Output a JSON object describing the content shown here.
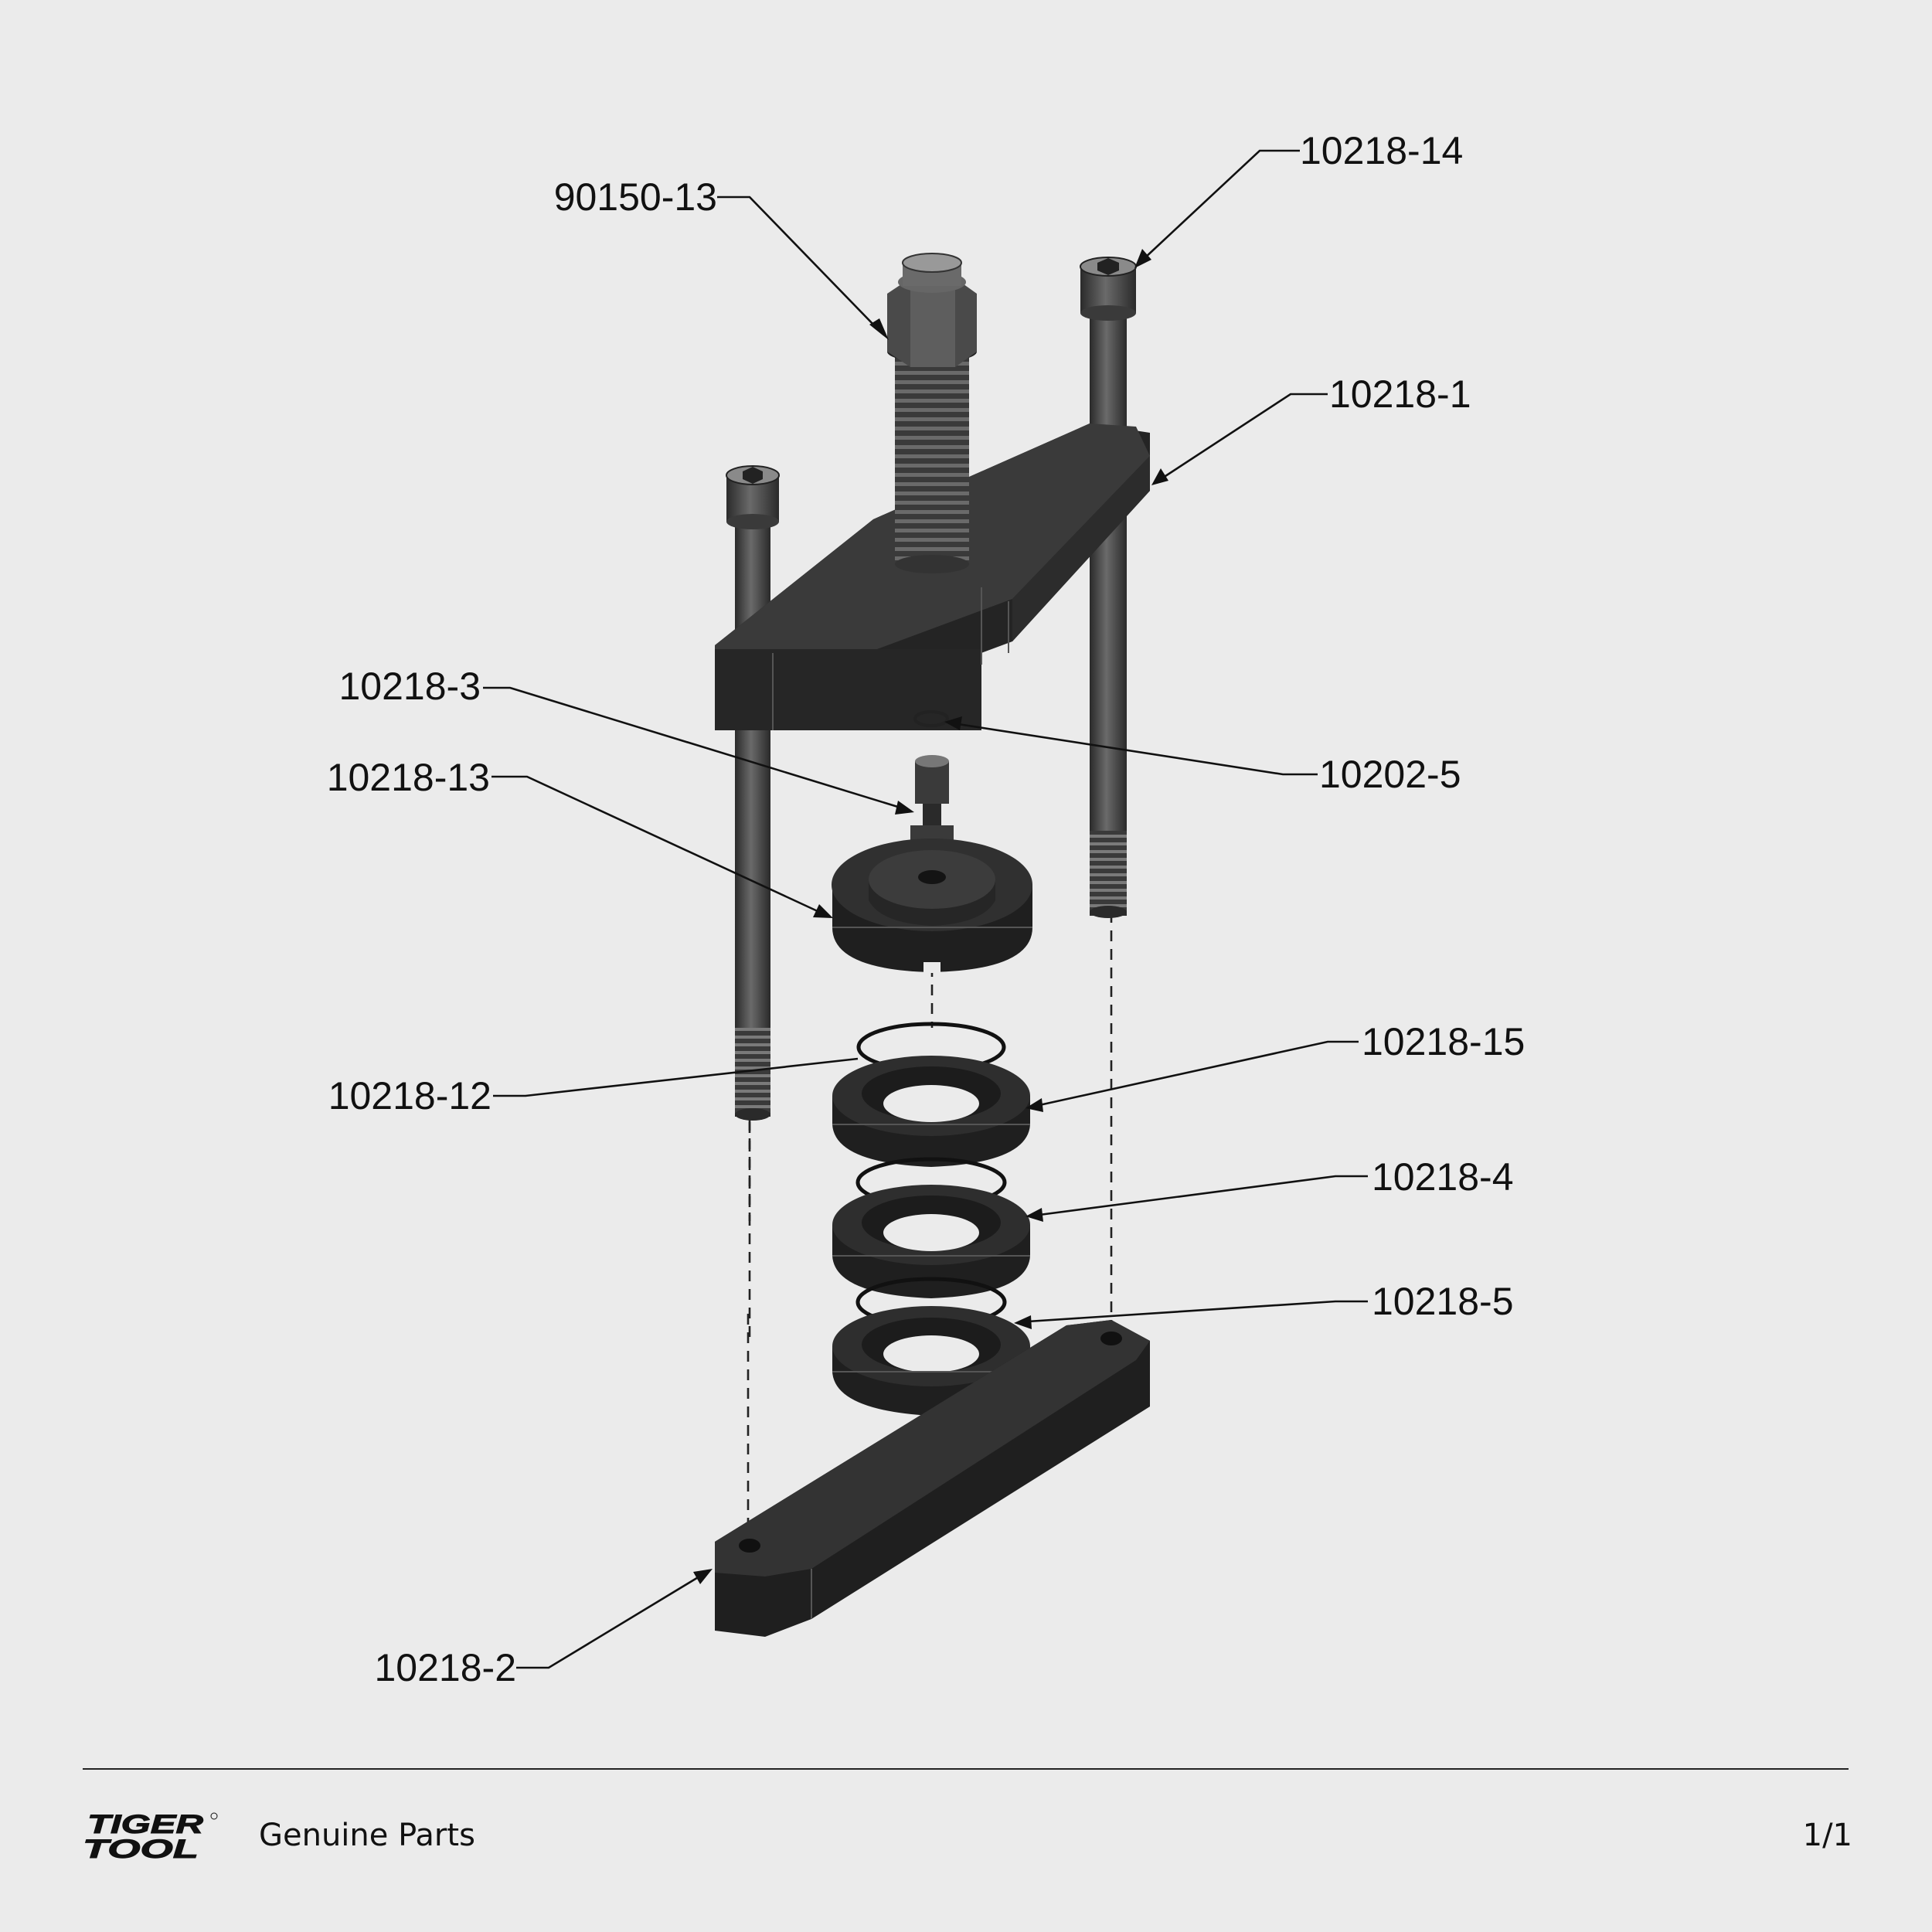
{
  "diagram": {
    "callouts": [
      {
        "id": "c1",
        "label": "90150-13"
      },
      {
        "id": "c2",
        "label": "10218-14"
      },
      {
        "id": "c3",
        "label": "10218-1"
      },
      {
        "id": "c4",
        "label": "10218-3"
      },
      {
        "id": "c5",
        "label": "10218-13"
      },
      {
        "id": "c6",
        "label": "10202-5"
      },
      {
        "id": "c7",
        "label": "10218-12"
      },
      {
        "id": "c8",
        "label": "10218-15"
      },
      {
        "id": "c9",
        "label": "10218-4"
      },
      {
        "id": "c10",
        "label": "10218-5"
      },
      {
        "id": "c11",
        "label": "10218-2"
      }
    ]
  },
  "footer": {
    "brand_line1": "TIGER",
    "brand_line2": "TOOL",
    "label": "Genuine Parts",
    "page": "1/1"
  },
  "colors": {
    "background": "#ebebeb",
    "part_dark": "#2a2a2a",
    "part_mid": "#3c3c3c",
    "line": "#111111"
  }
}
